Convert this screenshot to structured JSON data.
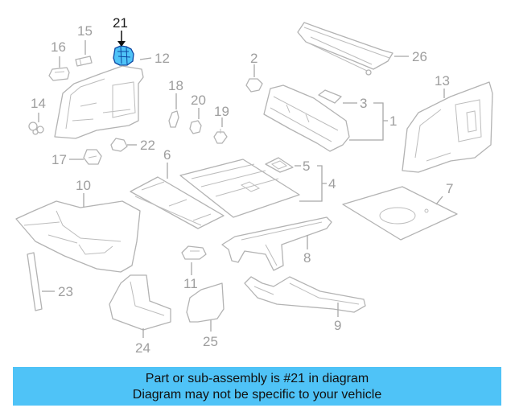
{
  "diagram": {
    "highlighted_part": "21",
    "highlight_color": "#4fc3f7",
    "callouts": [
      {
        "id": "c21",
        "text": "21"
      },
      {
        "id": "c16",
        "text": "16"
      },
      {
        "id": "c15",
        "text": "15"
      },
      {
        "id": "c12",
        "text": "12"
      },
      {
        "id": "c2",
        "text": "2"
      },
      {
        "id": "c26",
        "text": "26"
      },
      {
        "id": "c13",
        "text": "13"
      },
      {
        "id": "c14",
        "text": "14"
      },
      {
        "id": "c18",
        "text": "18"
      },
      {
        "id": "c20",
        "text": "20"
      },
      {
        "id": "c19",
        "text": "19"
      },
      {
        "id": "c3",
        "text": "3"
      },
      {
        "id": "c1",
        "text": "1"
      },
      {
        "id": "c17",
        "text": "17"
      },
      {
        "id": "c22",
        "text": "22"
      },
      {
        "id": "c6",
        "text": "6"
      },
      {
        "id": "c5",
        "text": "5"
      },
      {
        "id": "c4",
        "text": "4"
      },
      {
        "id": "c7",
        "text": "7"
      },
      {
        "id": "c10",
        "text": "10"
      },
      {
        "id": "c8",
        "text": "8"
      },
      {
        "id": "c11",
        "text": "11"
      },
      {
        "id": "c23",
        "text": "23"
      },
      {
        "id": "c24",
        "text": "24"
      },
      {
        "id": "c25",
        "text": "25"
      },
      {
        "id": "c9",
        "text": "9"
      }
    ]
  },
  "banner": {
    "background": "#4fc3f7",
    "line1": "Part or sub-assembly is #21 in diagram",
    "line2": "Diagram may not be specific to your vehicle"
  }
}
